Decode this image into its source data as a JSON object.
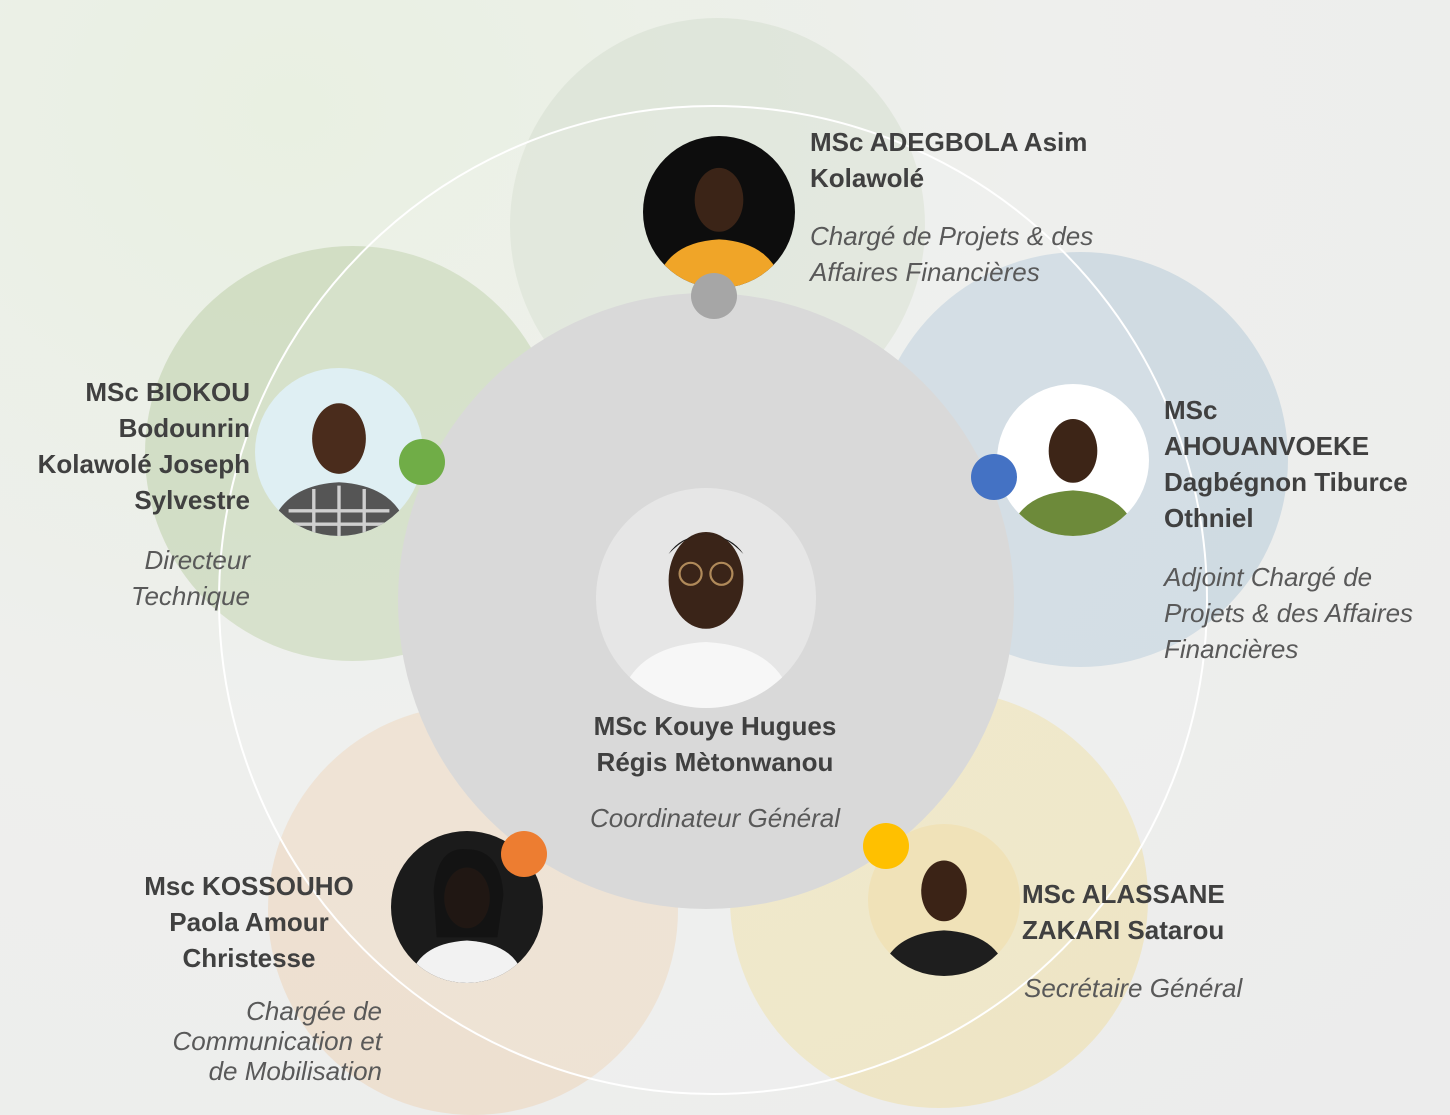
{
  "members": {
    "coordinator": {
      "name": "MSc Kouye Hugues\nRégis Mètonwanou",
      "role": "Coordinateur Général"
    },
    "top": {
      "name": "MSc ADEGBOLA Asim\nKolawolé",
      "role": "Chargé de Projets & des\nAffaires Financières",
      "dot_color": "#a6a6a6"
    },
    "left": {
      "name": "MSc BIOKOU\nBodounrin\nKolawolé Joseph\nSylvestre",
      "role": "Directeur\nTechnique",
      "dot_color": "#70ad47"
    },
    "right": {
      "name": "MSc\nAHOUANVOEKE\nDagbégnon Tiburce\nOthniel",
      "role": "Adjoint Chargé de\nProjets & des Affaires\nFinancières",
      "dot_color": "#4472c4"
    },
    "bottom_left": {
      "name": "Msc KOSSOUHO\nPaola Amour\nChristesse",
      "role": "Chargée de\nCommunication et\nde Mobilisation",
      "dot_color": "#ed7d31"
    },
    "bottom_right": {
      "name": "MSc ALASSANE\nZAKARI Satarou",
      "role": "Secrétaire Général",
      "dot_color": "#ffc000"
    }
  }
}
